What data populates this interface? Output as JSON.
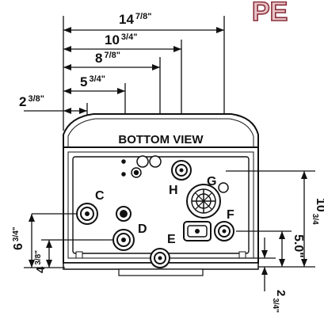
{
  "logo_text": "PE",
  "title": "BOTTOM VIEW",
  "dimensions": {
    "top": [
      {
        "main": "14",
        "frac": "7/8\""
      },
      {
        "main": "10",
        "frac": "3/4\""
      },
      {
        "main": "8",
        "frac": "7/8\""
      },
      {
        "main": "5",
        "frac": "3/4\""
      },
      {
        "main": "2",
        "frac": "3/8\""
      }
    ],
    "right_height": {
      "main": "10",
      "frac": "3/4"
    },
    "right_mid": "5.0\"",
    "right_low": {
      "main": "2",
      "frac": "3/4\""
    },
    "left_high": {
      "main": "6",
      "frac": "3/4\""
    },
    "left_low": {
      "main": "4",
      "frac": "3/8\""
    }
  },
  "connections": [
    "C",
    "D",
    "E",
    "F",
    "G",
    "H"
  ],
  "colors": {
    "line": "#111111",
    "logo_fill": "#d9a0a8",
    "logo_stroke": "#8a2f3a"
  }
}
